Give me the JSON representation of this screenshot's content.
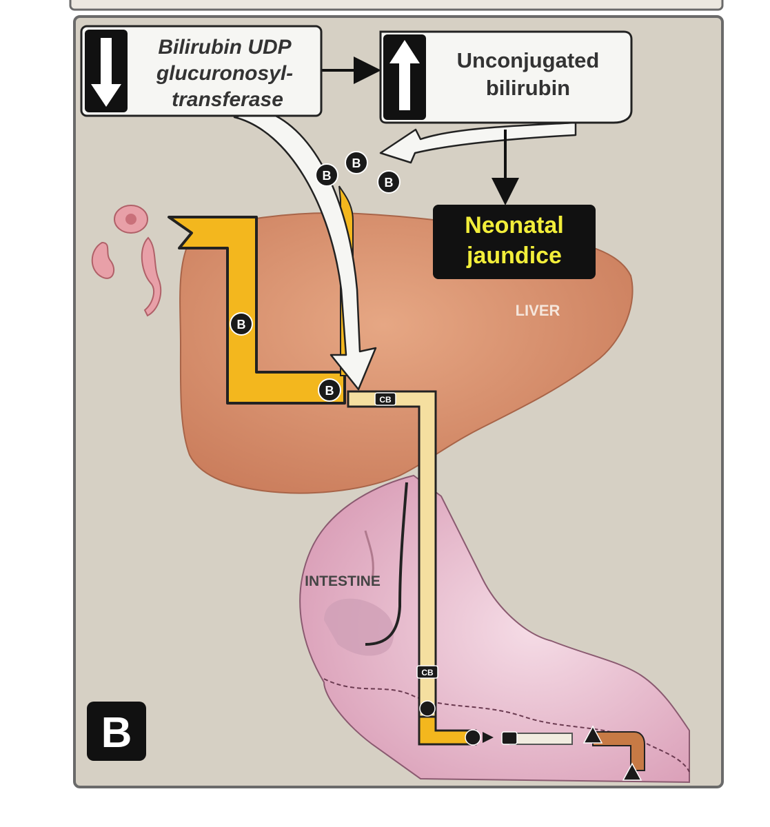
{
  "panel": {
    "letter": "B",
    "colors": {
      "background": "#d6d0c4",
      "border": "#6a6a6a",
      "liver": "#d9926f",
      "bile_yellow": "#f3b71e",
      "bile_pale": "#f5dfa0",
      "intestine": "#e7bcd0",
      "jaundice_box": "#111111",
      "jaundice_text": "#f2ee3a"
    }
  },
  "enzyme_box": {
    "line1": "Bilirubin UDP",
    "line2": "glucuronosyl-",
    "line3": "transferase",
    "arrow_direction": "down",
    "icon": "down-arrow-icon"
  },
  "bilirubin_box": {
    "line1": "Unconjugated",
    "line2": "bilirubin",
    "arrow_direction": "up",
    "icon": "up-arrow-icon"
  },
  "outcome_box": {
    "line1": "Neonatal",
    "line2": "jaundice"
  },
  "organs": {
    "liver": "LIVER",
    "intestine": "INTESTINE"
  },
  "molecules": {
    "b": "B",
    "cb": "CB"
  }
}
